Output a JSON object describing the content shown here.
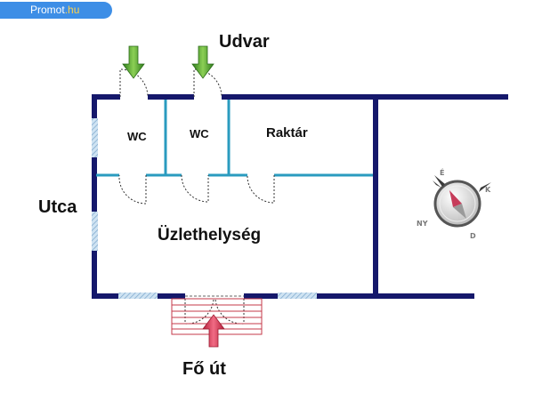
{
  "badge": {
    "part1": "Promot",
    "part2": ".hu"
  },
  "labels": {
    "courtyard": "Udvar",
    "street": "Utca",
    "main_road": "Fő út"
  },
  "rooms": {
    "wc1": "WC",
    "wc2": "WC",
    "storage": "Raktár",
    "shop": "Üzlethelység"
  },
  "compass": {
    "north": "É",
    "east": "K",
    "south": "D",
    "west": "NY"
  },
  "colors": {
    "wall": "#15186b",
    "partition": "#2a9bbf",
    "window": "#9fc4e0",
    "arrow_entry": "#3f9a28",
    "arrow_main": "#d8324e",
    "steps": "#c43a4a"
  }
}
